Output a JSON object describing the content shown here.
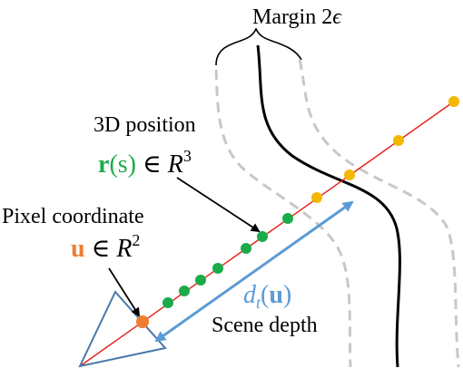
{
  "labels": {
    "margin_text": "Margin 2",
    "margin_symbol": "ϵ",
    "position_title": "3D position",
    "position_var": "r",
    "position_arg": "(s)",
    "position_in": " ∈ ",
    "position_space": "R",
    "position_exp": "3",
    "pixel_title": "Pixel coordinate",
    "pixel_var": "u",
    "pixel_in": " ∈ ",
    "pixel_space": "R",
    "pixel_exp": "2",
    "depth_var": "d",
    "depth_sub": "t",
    "depth_open": "(",
    "depth_arg": "u",
    "depth_close": ")",
    "depth_title": "Scene depth"
  },
  "colors": {
    "ray": "#e8241e",
    "surface": "#000000",
    "margin": "#c8c8c8",
    "camera": "#4a78a8",
    "depth_arrow": "#5b9bd5",
    "sample_inside": "#1aab4b",
    "sample_outside": "#f5b800",
    "pixel_point": "#ef7d31",
    "depth_label": "#5b9bd5",
    "position_label": "#1aab4b",
    "pixel_label": "#ef7d31"
  },
  "icons": {
    "camera": "camera-frustum-triangle-icon",
    "depth_arrow": "double-headed-arrow-icon"
  }
}
